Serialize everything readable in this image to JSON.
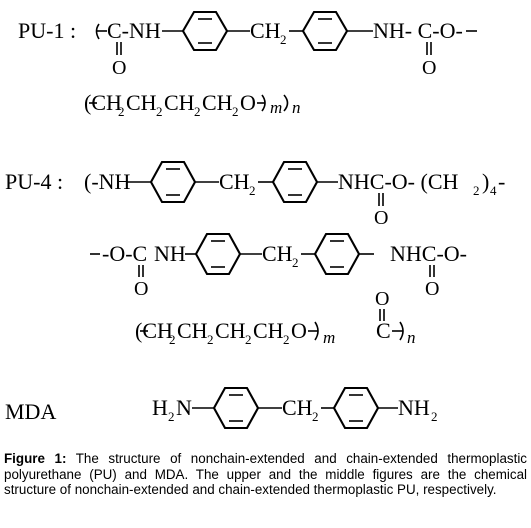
{
  "structures": {
    "pu1": {
      "label": "PU-1 :",
      "chain_groups": [
        "C-NH",
        "CH",
        "2",
        "NH- C-O-"
      ],
      "carbonyl_o": [
        "O",
        "O"
      ],
      "soft_segment": [
        "(CH",
        "2",
        "CH",
        "2",
        "CH",
        "2",
        "CH",
        "2",
        "O",
        "m",
        "n"
      ]
    },
    "pu4": {
      "label": "PU-4 :",
      "line1": [
        "(-NH",
        "CH",
        "2",
        "NHC-O- (CH",
        "2",
        ")",
        "4",
        "-"
      ],
      "carbonyl_o_1": "O",
      "line2": [
        "-O-C",
        "NH",
        "CH",
        "2",
        "NHC-O-"
      ],
      "carbonyl_o_2": [
        "O",
        "O"
      ],
      "line3_o": "O",
      "soft_segment": [
        "(CH",
        "2",
        "CH",
        "2",
        "CH",
        "2",
        "CH",
        "2",
        "O",
        "m",
        "C",
        "n"
      ]
    },
    "mda": {
      "label": "MDA",
      "left": [
        "H",
        "2",
        "N"
      ],
      "middle": [
        "CH",
        "2"
      ],
      "right": [
        "NH",
        "2"
      ]
    }
  },
  "caption": {
    "label": "Figure 1:",
    "text": " The structure of nonchain-extended and chain-extended thermoplastic polyurethane (PU) and MDA. The upper and the middle figures are the chemical structure of nonchain-extended and chain-extended thermoplastic PU, respectively."
  }
}
